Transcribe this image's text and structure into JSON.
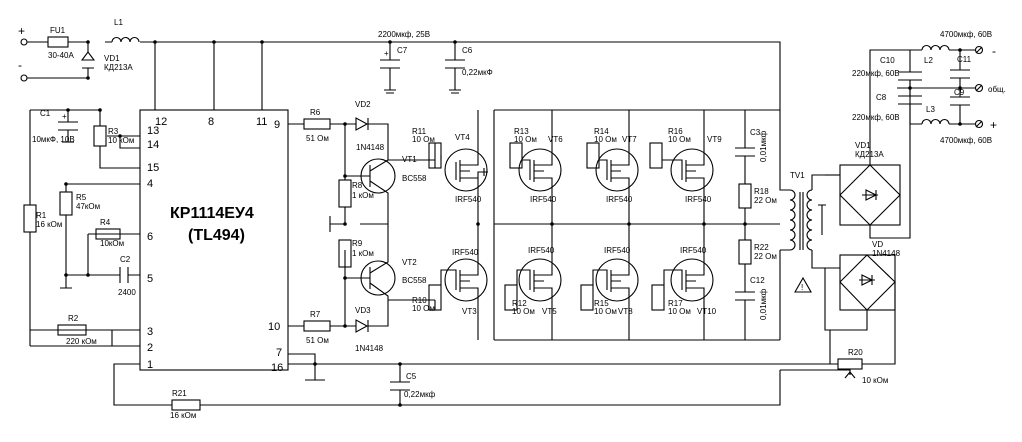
{
  "ic": {
    "name": "КР1114ЕУ4",
    "alt": "(TL494)",
    "pins": {
      "p1": "1",
      "p2": "2",
      "p3": "3",
      "p4": "4",
      "p5": "5",
      "p6": "6",
      "p7": "7",
      "p8": "8",
      "p9": "9",
      "p10": "10",
      "p11": "11",
      "p12": "12",
      "p13": "13",
      "p14": "14",
      "p15": "15",
      "p16": "16"
    }
  },
  "terminals": {
    "plus_in": "+",
    "minus_in": "-",
    "minus_out": "-",
    "common": "общ.",
    "plus_out": "+"
  },
  "parts": {
    "FU1": "FU1",
    "FU1_v": "30-40A",
    "L1": "L1",
    "VD1a": "VD1",
    "VD1a_v": "КД213А",
    "C7": "C7",
    "C7_v": "2200мкф, 25В",
    "C6": "C6",
    "C6_v": "0,22мкФ",
    "C1": "C1",
    "C1_v": "10мкФ, 10В",
    "R3": "R3",
    "R3_v": "10 кОм",
    "R5": "R5",
    "R5_v": "47кОм",
    "R1": "R1",
    "R1_v": "16 кОм",
    "R4": "R4",
    "R4_v": "10кОм",
    "C2": "C2",
    "C2_v": "2400",
    "R2": "R2",
    "R2_v": "220 кОм",
    "R21": "R21",
    "R21_v": "16 кОм",
    "R6": "R6",
    "R6_v": "51 Ом",
    "R7": "R7",
    "R7_v": "51 Ом",
    "VD2": "VD2",
    "VD2_v": "1N4148",
    "VD3": "VD3",
    "VD3_v": "1N4148",
    "R8": "R8",
    "R8_v": "1 кОм",
    "R9": "R9",
    "R9_v": "1 кОм",
    "VT1": "VT1",
    "VT1_v": "BC558",
    "VT2": "VT2",
    "VT2_v": "BC558",
    "R11": "R11",
    "R11_v": "10 Ом",
    "R10": "R10",
    "R10_v": "10 Ом",
    "VT4": "VT4",
    "VT4_v": "IRF540",
    "VT3": "VT3",
    "VT3_v": "IRF540",
    "R13": "R13",
    "R13_v": "10 Ом",
    "VT6": "VT6",
    "VT6_v": "IRF540",
    "R14": "R14",
    "R14_v": "10 Ом",
    "VT7": "VT7",
    "VT7_v": "IRF540",
    "R16": "R16",
    "R16_v": "10 Ом",
    "VT9": "VT9",
    "VT9_v": "IRF540",
    "R12": "R12",
    "R12_v": "10 Ом",
    "VT5": "VT5",
    "VT5_v": "IRF540",
    "R15": "R15",
    "R15_v": "10 Ом",
    "VT8": "VT8",
    "VT8_v": "IRF540",
    "R17": "R17",
    "R17_v": "10 Ом",
    "VT10": "VT10",
    "VT10_v": "IRF540",
    "C3": "C3",
    "C3_v": "0,01мкф",
    "R18": "R18",
    "R18_v": "22 Ом",
    "R22": "R22",
    "R22_v": "22 Ом",
    "C12": "C12",
    "C12_v": "0,01мкф",
    "C5": "C5",
    "C5_v": "0,22мкф",
    "TV1": "TV1",
    "VD1b": "VD1",
    "VD1b_v": "КД213А",
    "VD": "VD",
    "VD_v": "1N4148",
    "R20": "R20",
    "R20_v": "10 кОм",
    "C10": "C10",
    "C10_v": "220мкф, 60В",
    "C8": "C8",
    "C8_v": "220мкф, 60В",
    "L2": "L2",
    "L3": "L3",
    "C11": "C11",
    "C11_v": "4700мкф, 60В",
    "C9": "C9",
    "C9_v": "4700мкф, 60В"
  }
}
